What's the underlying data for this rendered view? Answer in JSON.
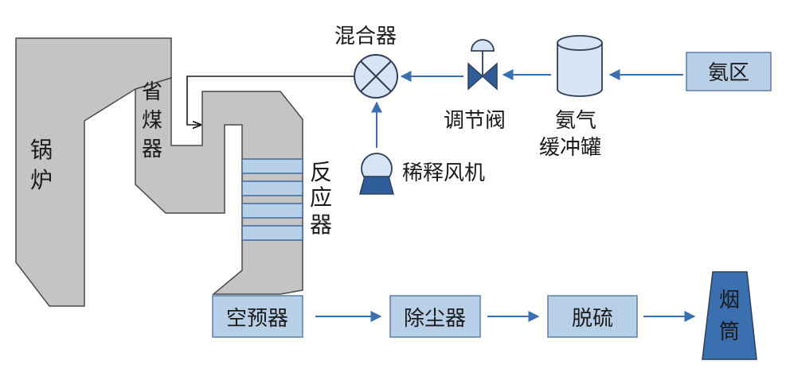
{
  "colors": {
    "gray_fill": "#c4c4c4",
    "gray_stroke": "#4a4a4a",
    "box_fill": "#b8cfe8",
    "box_stroke": "#5a7fa8",
    "tank_fill": "#d6e4f3",
    "tank_stroke": "#2f3f57",
    "dark_blue": "#2f5d9a",
    "arrow_blue": "#3a6fb0",
    "line_black": "#1a1a1a"
  },
  "labels": {
    "boiler": "锅炉",
    "economizer": "省煤器",
    "reactor": "反应器",
    "mixer": "混合器",
    "control_valve": "调节阀",
    "ammonia_buffer_tank": "氨气缓冲罐",
    "ammonia_area": "氨区",
    "dilution_fan": "稀释风机",
    "air_preheater": "空预器",
    "dust_collector": "除尘器",
    "desulfurization": "脱硫",
    "chimney": "烟筒"
  },
  "icons": {
    "mixer": "mixer-x-circle-icon",
    "valve": "control-valve-icon",
    "tank": "cylinder-tank-icon",
    "fan": "blower-fan-icon"
  }
}
